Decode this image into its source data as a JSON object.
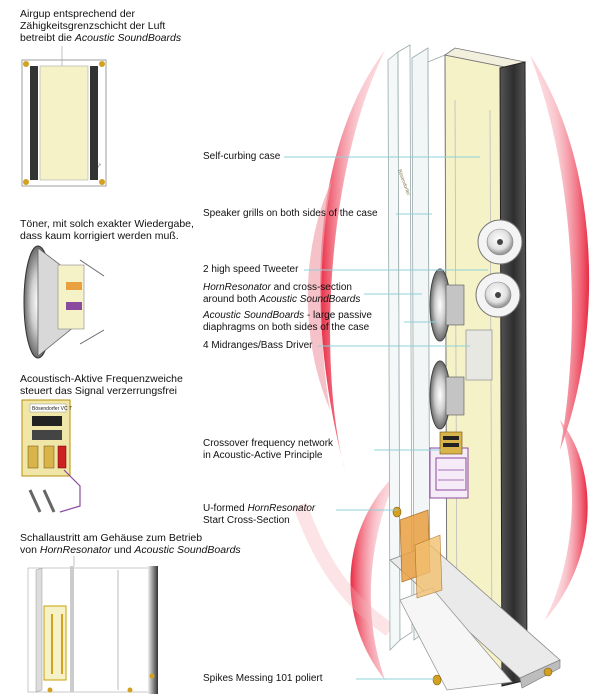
{
  "captions": {
    "airgap": {
      "line1": "Airgup entsprechend der",
      "line2": "Zähigkeitsgrenzschicht der Luft",
      "line3_prefix": "betreibt die ",
      "line3_em": "Acoustic SoundBoards"
    },
    "sound": {
      "line1": "Töner, mit solch exakter Wiedergabe,",
      "line2": "dass kaum korrigiert werden muß."
    },
    "crossover": {
      "line1": "Acoustisch-Aktive Frequenzweiche",
      "line2": "steuert das Signal verzerrungsfrei"
    },
    "outlet": {
      "line1": "Schallaustritt am Gehäuse zum Betrieb",
      "line2_prefix": "von ",
      "line2_em1": "HornResonator",
      "line2_mid": " und ",
      "line2_em2": "Acoustic SoundBoards"
    }
  },
  "small_texts": {
    "angle": "45°",
    "brand_plate": "Bösendorfer VC 7",
    "case_logo": "Bösendorfer"
  },
  "labels": {
    "case": "Self-curbing case",
    "grills": "Speaker grills on both sides of the case",
    "tweeter": "2 high speed Tweeter",
    "horn_em": "HornResonator",
    "horn_mid": " and cross-section",
    "horn_line2_prefix": "around both ",
    "horn_line2_em": "Acoustic SoundBoards",
    "passive_em": "Acoustic SoundBoards",
    "passive_suffix": " - large passive",
    "passive_line2": "diaphragms on both sides of the case",
    "midranges": "4 Midranges/Bass Driver",
    "network_line1": "Crossover frequency network",
    "network_line2": "in Acoustic-Active Principle",
    "uhorn_prefix": "U-formed ",
    "uhorn_em": "HornResonator",
    "uhorn_line2": "Start Cross-Section",
    "spikes": "Spikes Messing 101 poliert"
  },
  "colors": {
    "leader": "#8fd0d8",
    "board": "#f6f2c8",
    "glow": "#e8203a",
    "dark_panel": "#3a3a3a",
    "brass": "#d4a020",
    "purple": "#8a4aa0"
  }
}
